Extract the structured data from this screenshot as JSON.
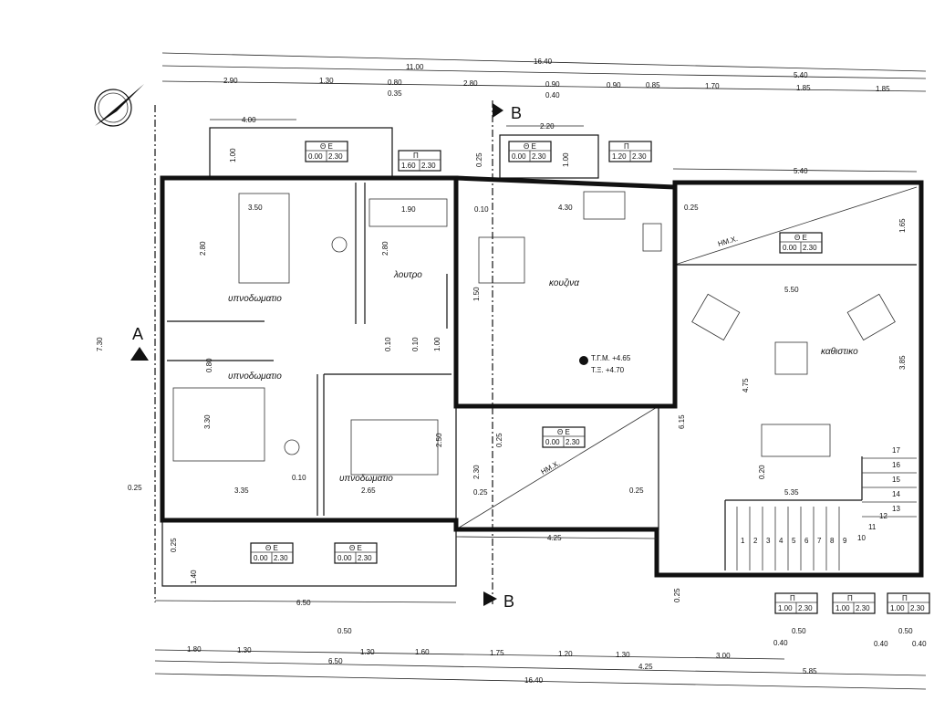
{
  "title_dims": {
    "total_top": "16.40",
    "top_left": "11.00",
    "top_right": "5.40",
    "total_bottom": "16.40"
  },
  "top_dims": [
    "2.90",
    "1.30",
    "0.80",
    "0.35",
    "2.80",
    "0.90",
    "0.40",
    "0.90",
    "0.85",
    "1.70",
    "1.85",
    "1.85"
  ],
  "upper_dims": {
    "balcony_w": "4.00",
    "balcony_h": "1.00",
    "kitchen_balcony_w": "2.20",
    "kitchen_balcony_h": "1.00",
    "kitchen_off": "0.25",
    "living_w": "5.40"
  },
  "bottom_dims": {
    "row1": [
      "0.50",
      "0.50",
      "0.50"
    ],
    "row2": [
      "1.80",
      "1.30",
      "1.30",
      "1.60",
      "1.75",
      "1.20",
      "1.30",
      "3.00",
      "0.40",
      "0.40",
      "0.40"
    ],
    "row3": [
      "6.50",
      "4.25",
      "5.85"
    ],
    "balcony_w": "6.50",
    "balcony_h1": "0.25",
    "balcony_h2": "1.40",
    "verandah_w": "4.25"
  },
  "inner_dims": [
    "3.50",
    "2.80",
    "1.90",
    "2.80",
    "0.10",
    "4.30",
    "1.50",
    "0.80",
    "0.10",
    "0.10",
    "1.00",
    "3.30",
    "3.35",
    "0.10",
    "2.65",
    "2.50",
    "2.30",
    "0.25",
    "0.25",
    "0.25",
    "5.50",
    "4.75",
    "6.15",
    "0.20",
    "5.35",
    "0.25",
    "1.65",
    "3.85",
    "0.25",
    "0.25",
    "7.30"
  ],
  "rooms": {
    "bedroom1": "υπνοδωματιο",
    "bedroom2": "υπνοδωματιο",
    "bedroom3": "υπνοδωματιο",
    "bath": "λουτρο",
    "kitchen": "κουζινα",
    "living": "καθιστικο"
  },
  "openings": [
    {
      "type": "Θ Ε",
      "sill": "0.00",
      "height": "2.30"
    },
    {
      "type": "Π",
      "sill": "1.60",
      "height": "2.30"
    },
    {
      "type": "Θ Ε",
      "sill": "0.00",
      "height": "2.30"
    },
    {
      "type": "Π",
      "sill": "1.20",
      "height": "2.30"
    },
    {
      "type": "Θ Ε",
      "sill": "0.00",
      "height": "2.30"
    },
    {
      "type": "Θ Ε",
      "sill": "0.00",
      "height": "2.30"
    },
    {
      "type": "Θ Ε",
      "sill": "0.00",
      "height": "2.30"
    },
    {
      "type": "Θ Ε",
      "sill": "0.00",
      "height": "2.30"
    },
    {
      "type": "Π",
      "sill": "1.00",
      "height": "2.30"
    },
    {
      "type": "Π",
      "sill": "1.00",
      "height": "2.30"
    },
    {
      "type": "Π",
      "sill": "1.00",
      "height": "2.30"
    }
  ],
  "sections": {
    "a": "A",
    "b_top": "B",
    "b_bottom": "B"
  },
  "levels": {
    "floor": "Τ.Γ.Μ. +4.65",
    "finish": "Τ.Ξ. +4.70"
  },
  "hmx": [
    "ΗΜ.Χ.",
    "ΗΜ.Χ."
  ],
  "stairs": [
    "1",
    "2",
    "3",
    "4",
    "5",
    "6",
    "7",
    "8",
    "9",
    "10",
    "11",
    "12",
    "13",
    "14",
    "15",
    "16",
    "17"
  ]
}
